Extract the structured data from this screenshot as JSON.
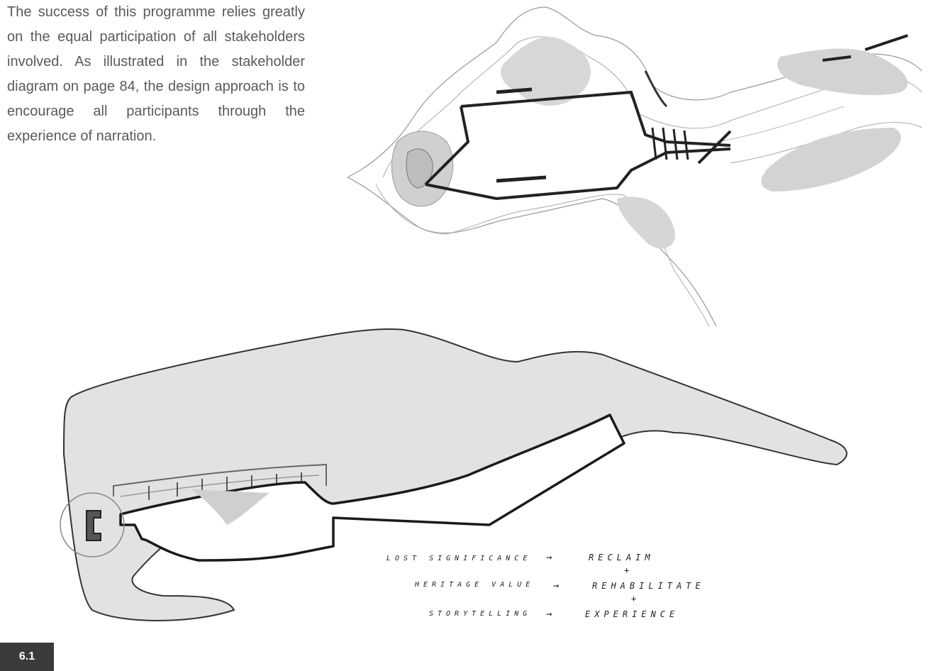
{
  "intro_text": "The success of this programme relies greatly on the equal participation of all stakeholders involved. As illustrated in the stakeholder diagram on page 84, the design approach is to encourage all participants through the experience of narration.",
  "diagram_notes": {
    "row1_left": "LOST SIGNIFICANCE",
    "row1_right": "RECLAIM",
    "row2_left": "HERITAGE VALUE",
    "row2_right": "REHABILITATE",
    "row3_left": "STORYTELLING",
    "row3_right": "EXPERIENCE",
    "plus": "+",
    "arrow": "→"
  },
  "figure_label": "6.1"
}
